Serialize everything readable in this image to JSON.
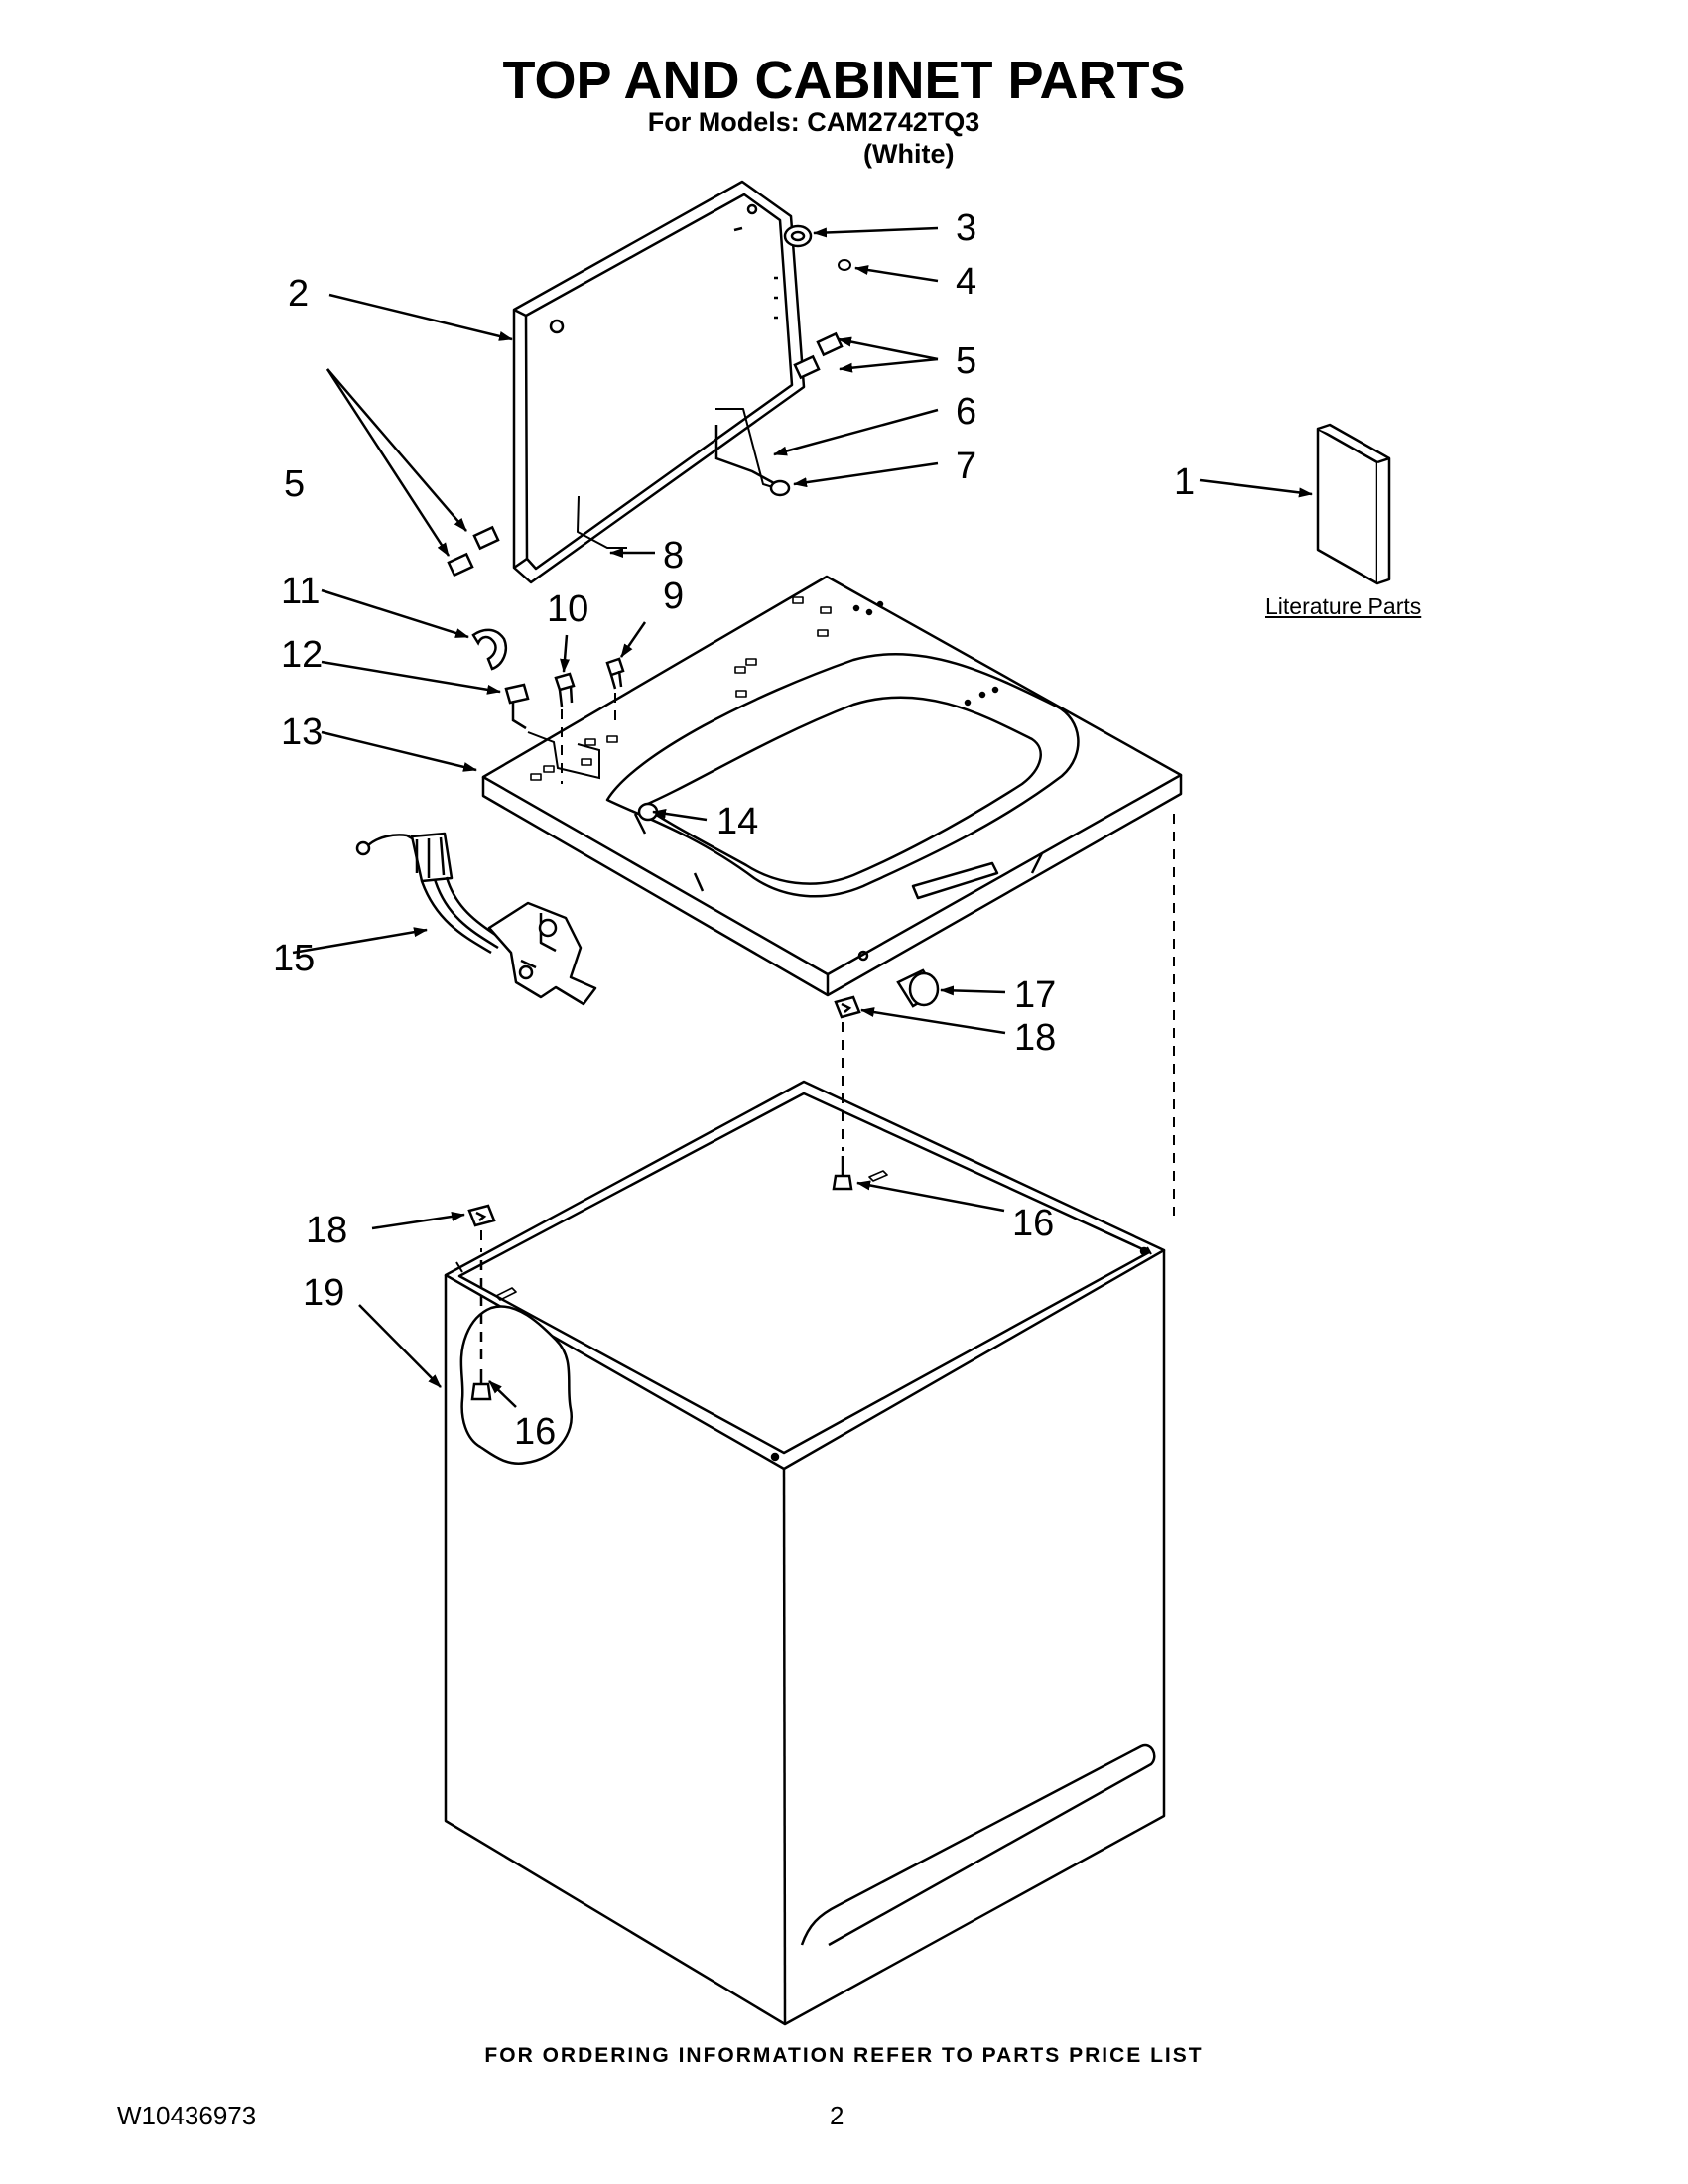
{
  "header": {
    "title": "TOP AND CABINET PARTS",
    "models_line": "For Models: CAM2742TQ3",
    "color": "(White)"
  },
  "literature": {
    "label": "Literature Parts"
  },
  "callouts": [
    "1",
    "2",
    "3",
    "4",
    "5",
    "5",
    "6",
    "7",
    "8",
    "9",
    "10",
    "11",
    "12",
    "13",
    "14",
    "15",
    "16",
    "16",
    "17",
    "18",
    "18",
    "19"
  ],
  "footer": {
    "ordering_note": "FOR ORDERING INFORMATION REFER TO PARTS PRICE LIST",
    "doc_number": "W10436973",
    "page": "2"
  }
}
